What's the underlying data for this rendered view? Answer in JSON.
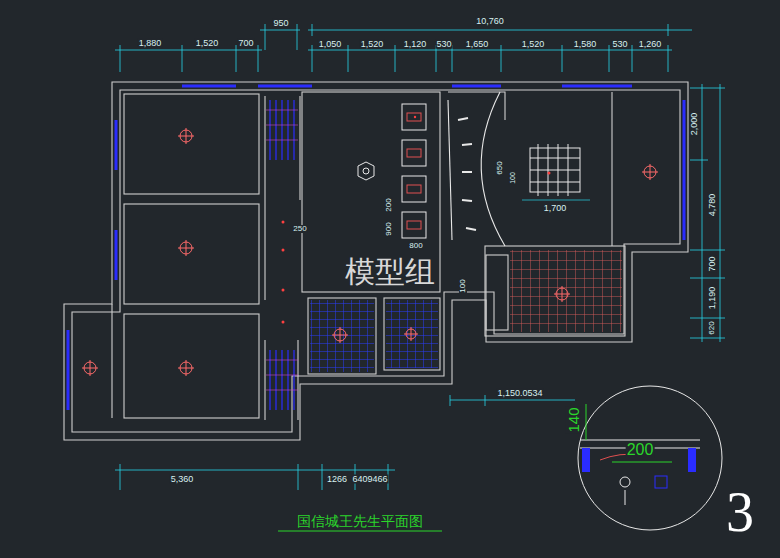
{
  "diagram": {
    "caption": "国信城王先生平面图",
    "labels": [
      "950",
      "10,760",
      "1,880",
      "1,520",
      "700",
      "1,050",
      "1,520",
      "1,120",
      "530",
      "1,650",
      "1,520",
      "1,580",
      "530",
      "1,260",
      "2,000",
      "4,780",
      "700",
      "1,190",
      "620",
      "650",
      "100",
      "1,700",
      "900",
      "200",
      "800",
      "250",
      "100",
      "1,150.0534",
      "5,360",
      "1266",
      "6409466",
      "140",
      "200",
      "模型组",
      "3"
    ]
  }
}
